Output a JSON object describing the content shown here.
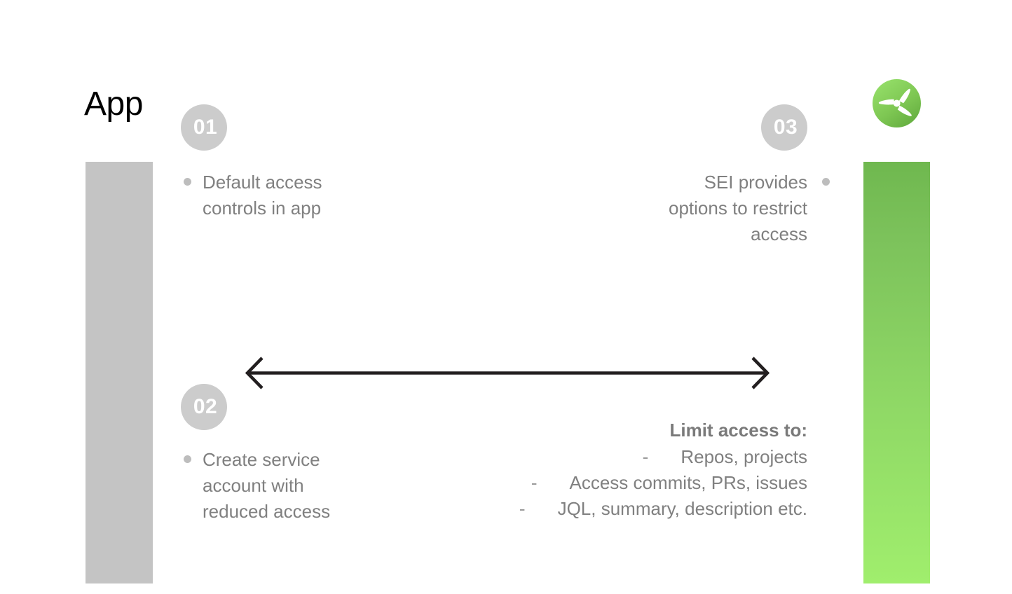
{
  "slide": {
    "title": "App",
    "background_color": "#ffffff"
  },
  "bars": {
    "left_bar": {
      "name": "app-column-bar",
      "color": "#c4c4c4"
    },
    "right_bar": {
      "name": "sei-column-bar",
      "gradient_top": "#6fb84f",
      "gradient_bottom": "#a0ee6d"
    }
  },
  "badges": {
    "step_one": "01",
    "step_two": "02",
    "step_three": "03",
    "badge_color": "#cccccc",
    "badge_text_color": "#ffffff"
  },
  "steps": [
    {
      "number": "01",
      "text": "Default access controls in app",
      "align": "left"
    },
    {
      "number": "02",
      "text": "Create service account with reduced access",
      "align": "left"
    },
    {
      "number": "03",
      "text": "SEI provides options to restrict access",
      "align": "right"
    }
  ],
  "limit_access": {
    "heading": "Limit access to:",
    "dash": "-",
    "items": [
      "Repos, projects",
      "Access commits, PRs, issues",
      "JQL, summary, description etc."
    ]
  },
  "arrow": {
    "name": "double-headed-arrow",
    "color": "#231f20",
    "direction": "bidirectional"
  },
  "logo": {
    "name": "harness-sei-propeller-logo",
    "circle_gradient_start": "#8fd861",
    "circle_gradient_end": "#69b444",
    "blade_color": "#ffffff"
  },
  "colors": {
    "text_grey": "#808080",
    "bullet_grey": "#bdbdbd",
    "title_black": "#000000"
  }
}
